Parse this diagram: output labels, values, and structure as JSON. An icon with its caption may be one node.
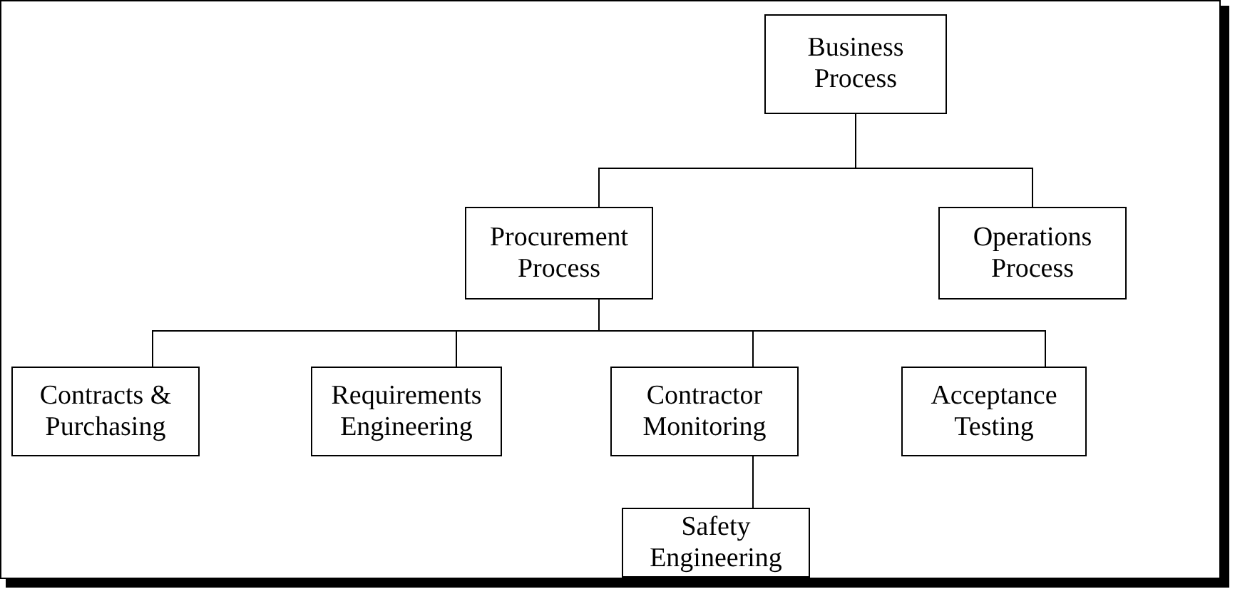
{
  "diagram": {
    "nodes": [
      {
        "text": [
          "Business Process"
        ]
      },
      {
        "text": [
          "Procurement Process"
        ]
      },
      {
        "text": [
          "Operations Process"
        ]
      },
      {
        "text": [
          "Contracts & Purchasing"
        ]
      },
      {
        "text": [
          "Requirements Engineering"
        ]
      },
      {
        "text": [
          "Contractor Monitoring"
        ]
      },
      {
        "text": [
          "Acceptance Testing"
        ]
      },
      {
        "text": [
          "Safety Engineering"
        ]
      }
    ],
    "edges": [
      {
        "from": 0,
        "to": 1,
        "arrow": "none"
      },
      {
        "from": 0,
        "to": 2,
        "arrow": "none"
      },
      {
        "from": 1,
        "to": 3,
        "arrow": "none"
      },
      {
        "from": 1,
        "to": 4,
        "arrow": "none"
      },
      {
        "from": 1,
        "to": 5,
        "arrow": "none"
      },
      {
        "from": 1,
        "to": 6,
        "arrow": "none"
      },
      {
        "from": 5,
        "to": 7,
        "arrow": "none"
      }
    ]
  }
}
